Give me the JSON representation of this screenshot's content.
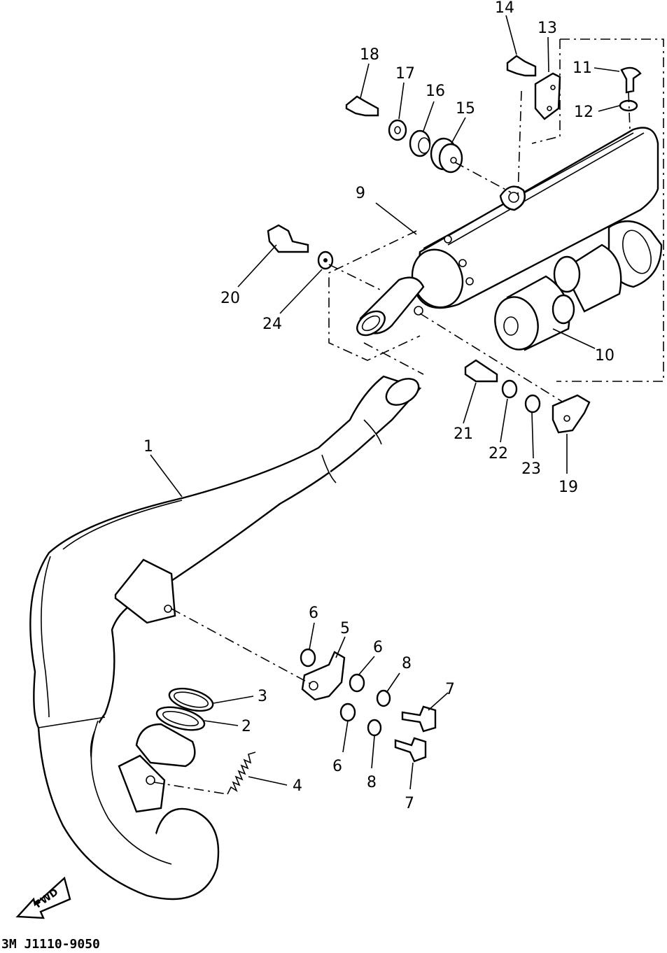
{
  "diagram": {
    "drawing_code": "3M J1110-9050",
    "fwd_label": "FWD",
    "callouts": [
      "1",
      "2",
      "3",
      "4",
      "5",
      "6",
      "6",
      "6",
      "7",
      "7",
      "8",
      "8",
      "9",
      "10",
      "11",
      "12",
      "13",
      "14",
      "15",
      "16",
      "17",
      "18",
      "19",
      "20",
      "21",
      "22",
      "23",
      "24"
    ]
  }
}
